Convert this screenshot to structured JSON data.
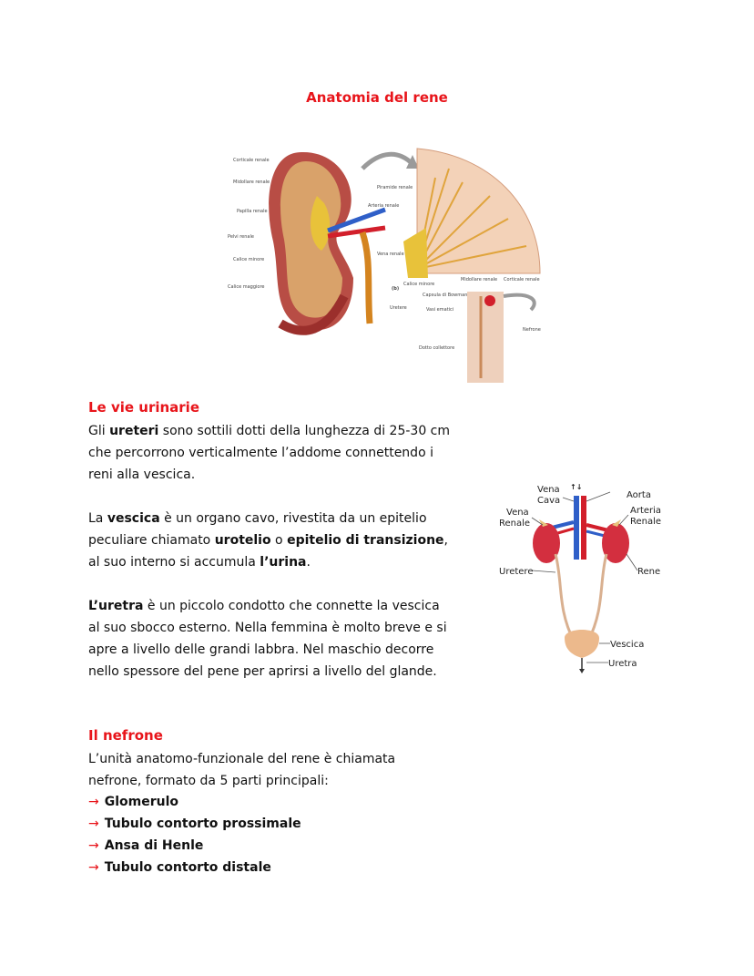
{
  "title": "Anatomia del rene",
  "figure1": {
    "labels_left": [
      "Corticale renale",
      "Midollare renale",
      "Papilla renale",
      "Pelvi renale",
      "Calice minore",
      "Calice maggiore"
    ],
    "labels_mid": [
      "Piramide renale",
      "Arteria renale",
      "Vena renale",
      "Uretere"
    ],
    "labels_right": [
      "Capsula di Bowman",
      "Vasi ematici",
      "Nefrone",
      "Dotto collettore",
      "Calice minore",
      "Midollare renale",
      "Corticale renale"
    ],
    "marker": "(b)"
  },
  "section_vie": {
    "heading": "Le vie urinarie",
    "p1": {
      "t1": "Gli ",
      "b1": "ureteri",
      "t2": " sono sottili dotti della lunghezza di 25-30 cm che percorrono verticalmente l’addome connettendo i reni alla vescica."
    },
    "p2": {
      "t1": "La ",
      "b1": "vescica",
      "t2": " è un organo cavo, rivestita da un epitelio peculiare chiamato ",
      "b2": "urotelio",
      "t3": " o ",
      "b3": "epitelio di transizione",
      "t4": ", al suo interno si accumula ",
      "b4": "l’urina",
      "t5": "."
    },
    "p3": {
      "b1": "L’uretra",
      "t1": " è un piccolo condotto che connette la vescica al suo sbocco esterno. Nella femmina è molto breve e si apre a livello delle grandi labbra. Nel maschio decorre nello spessore del pene per aprirsi a livello del glande."
    }
  },
  "figure2": {
    "vena_cava": [
      "Vena",
      "Cava"
    ],
    "aorta": "Aorta",
    "vena_renale": [
      "Vena",
      "Renale"
    ],
    "arteria_renale": [
      "Arteria",
      "Renale"
    ],
    "uretere": "Uretere",
    "rene": "Rene",
    "vescica": "Vescica",
    "uretra": "Uretra",
    "arrows": "↑↓"
  },
  "section_nefrone": {
    "heading": "Il nefrone",
    "intro": "L’unità anatomo-funzionale del rene è chiamata nefrone, formato da 5 parti principali:",
    "arrow": "→",
    "items": [
      "Glomerulo",
      "Tubulo contorto prossimale",
      "Ansa di Henle",
      "Tubulo contorto distale"
    ]
  },
  "colors": {
    "accent": "#e8141a",
    "kidney": "#b5323a",
    "vein": "#2f5fc8",
    "artery": "#d21f2b"
  }
}
